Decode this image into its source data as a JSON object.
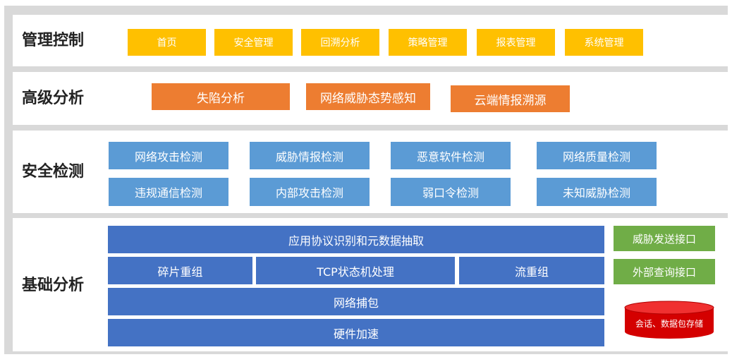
{
  "layers": {
    "management": {
      "title": "管理控制",
      "items": [
        "首页",
        "安全管理",
        "回溯分析",
        "策略管理",
        "报表管理",
        "系统管理"
      ]
    },
    "advanced": {
      "title": "高级分析",
      "items": [
        "失陷分析",
        "网络威胁态势感知",
        "云端情报溯源"
      ]
    },
    "security": {
      "title": "安全检测",
      "items": [
        "网络攻击检测",
        "威胁情报检测",
        "恶意软件检测",
        "网络质量检测",
        "违规通信检测",
        "内部攻击检测",
        "弱口令检测",
        "未知威胁检测"
      ]
    },
    "basic": {
      "title": "基础分析",
      "protocol": "应用协议识别和元数据抽取",
      "fragment": "碎片重组",
      "tcp": "TCP状态机处理",
      "stream": "流重组",
      "capture": "网络捕包",
      "hardware": "硬件加速",
      "threat_interface": "威胁发送接口",
      "query_interface": "外部查询接口",
      "storage": "会话、数据包存储"
    }
  },
  "colors": {
    "management": "#ffc000",
    "advanced": "#ed7d31",
    "security": "#5b9bd5",
    "basic": "#4472c4",
    "interface": "#70ad47",
    "storage": "#e00000"
  }
}
